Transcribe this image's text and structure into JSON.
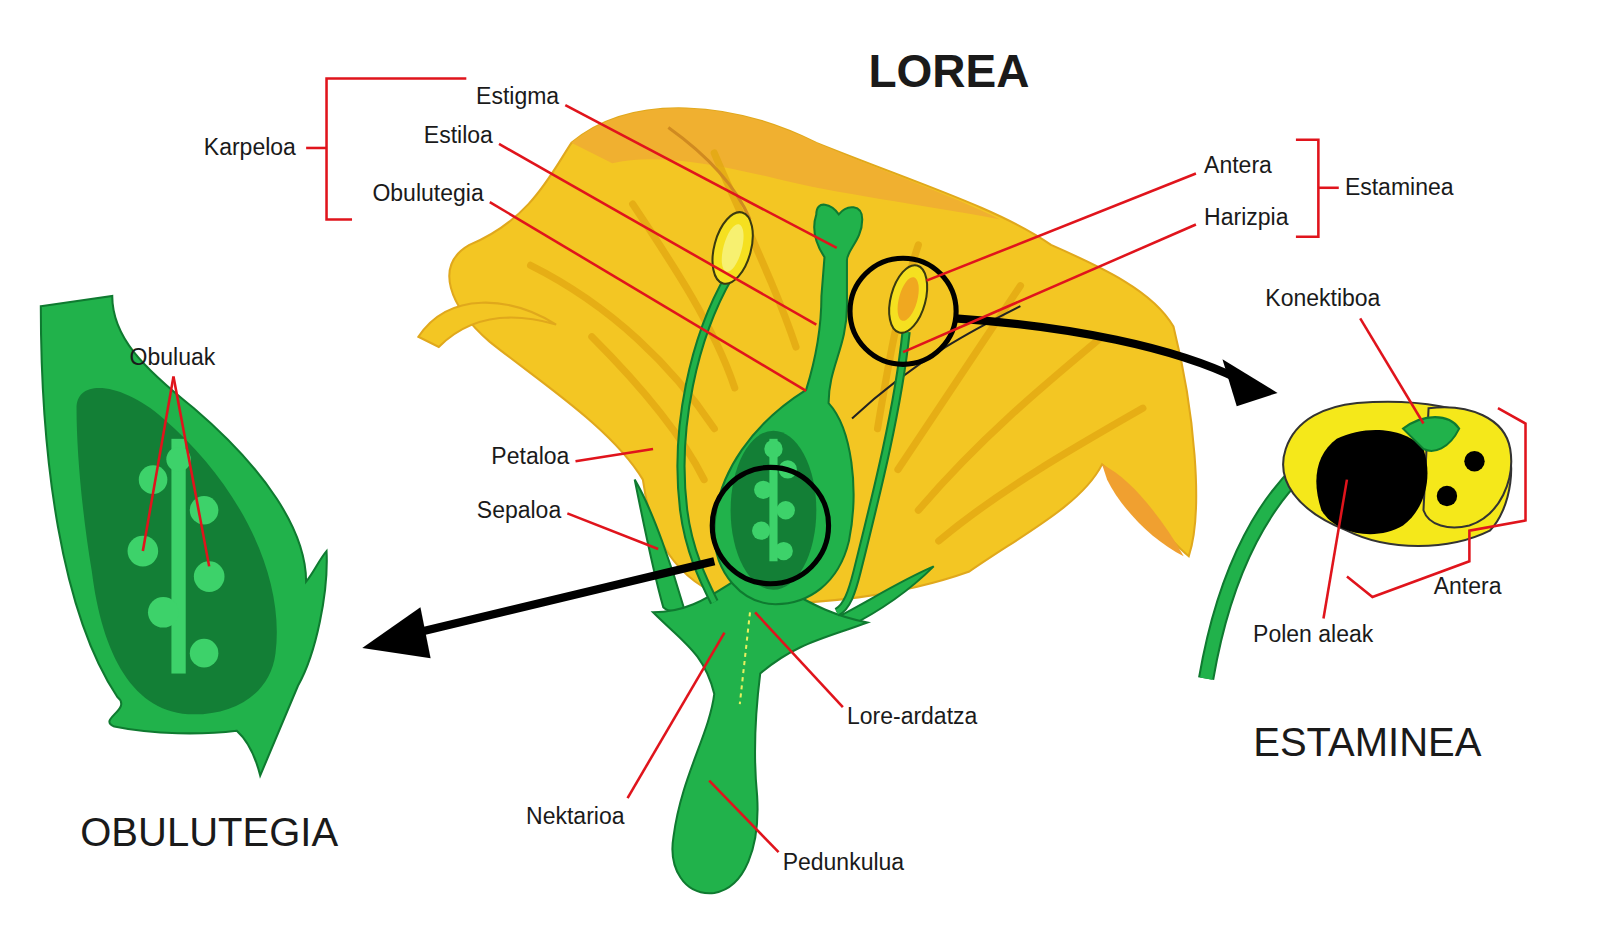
{
  "diagram": {
    "title": "LOREA",
    "labels": [
      "Estigma",
      "Estiloa",
      "Obulutegia",
      "Karpeloa",
      "Antera",
      "Harizpia",
      "Estaminea",
      "Konektiboa",
      "Obuluak",
      "Petaloa",
      "Sepaloa",
      "Polen aleak",
      "Antera",
      "Lore-ardatza",
      "Nektarioa",
      "Pedunkulua",
      "OBULUTEGIA",
      "ESTAMINEA"
    ]
  }
}
